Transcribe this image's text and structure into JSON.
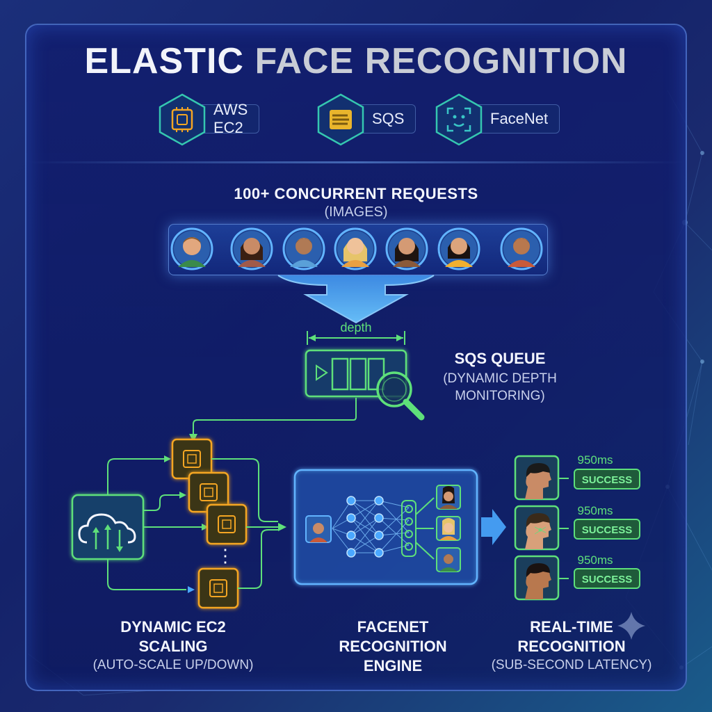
{
  "title": {
    "word1": "ELASTIC",
    "word2": "FACE RECOGNITION"
  },
  "tech_badges": [
    {
      "label": "AWS EC2",
      "icon": "chip-icon",
      "color": "#f5a623"
    },
    {
      "label": "SQS",
      "icon": "queue-icon",
      "color": "#e9b52c"
    },
    {
      "label": "FaceNet",
      "icon": "face-scan-icon",
      "color": "#39c6c6"
    }
  ],
  "requests": {
    "title": "100+ CONCURRENT REQUESTS",
    "subtitle": "(IMAGES)",
    "face_count": 7
  },
  "queue": {
    "depth_label": "depth",
    "title": "SQS QUEUE",
    "subtitle_line1": "(DYNAMIC DEPTH",
    "subtitle_line2": "MONITORING)"
  },
  "scaling": {
    "title_line1": "DYNAMIC EC2",
    "title_line2": "SCALING",
    "subtitle": "(AUTO-SCALE UP/DOWN)",
    "ellipsis": "⋮"
  },
  "engine": {
    "title_line1": "FACENET",
    "title_line2": "RECOGNITION",
    "title_line3": "ENGINE"
  },
  "realtime": {
    "title_line1": "REAL-TIME",
    "title_line2": "RECOGNITION",
    "subtitle": "(SUB-SECOND LATENCY)",
    "results": [
      {
        "latency": "950ms",
        "status": "SUCCESS"
      },
      {
        "latency": "950ms",
        "status": "SUCCESS"
      },
      {
        "latency": "950ms",
        "status": "SUCCESS"
      }
    ]
  },
  "colors": {
    "green": "#5ee07a",
    "orange": "#f5a623",
    "blue_glow": "#4aa8ff",
    "success_bg": "#1f5a3a"
  }
}
